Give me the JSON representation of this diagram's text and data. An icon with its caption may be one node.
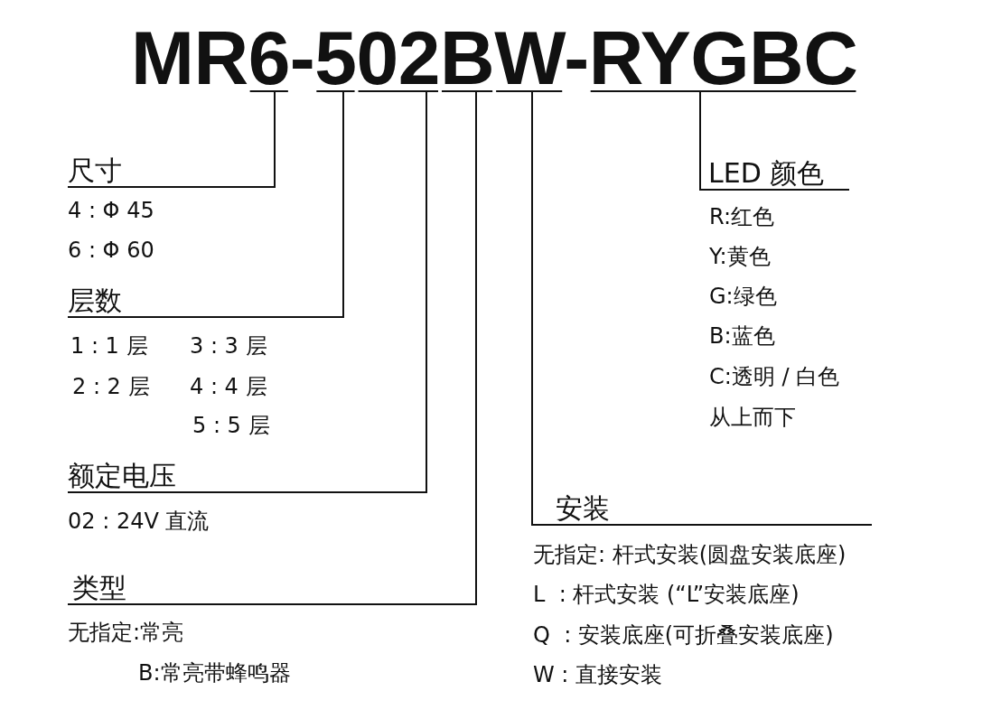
{
  "diagram": {
    "title": "MR6-502BW-RYGBC",
    "nodes": [
      {
        "text": [
          "尺寸",
          "4 : Φ 45",
          "6 : Φ 60"
        ]
      },
      {
        "text": [
          "层数",
          "1 : 1 层",
          "3 : 3 层",
          "2 : 2 层",
          "4 : 4 层",
          "5 : 5 层"
        ]
      },
      {
        "text": [
          "额定电压",
          "02 : 24V 直流"
        ]
      },
      {
        "text": [
          "类型",
          "无指定:常亮",
          "B:常亮带蜂鸣器"
        ]
      },
      {
        "text": [
          "安装",
          "无指定: 杆式安装(圆盘安装底座)",
          "L  : 杆式安装 (“L”安装底座)",
          "Q  : 安装底座(可折叠安装底座)",
          "W : 直接安装"
        ]
      },
      {
        "text": [
          "LED 颜色",
          "R:红色",
          "Y:黄色",
          "G:绿色",
          "B:蓝色",
          "C:透明 / 白色",
          "从上而下"
        ]
      }
    ],
    "edges": [
      {
        "from": 0,
        "to": null,
        "arrow": "none"
      },
      {
        "from": 1,
        "to": null,
        "arrow": "none"
      },
      {
        "from": 2,
        "to": null,
        "arrow": "none"
      },
      {
        "from": 3,
        "to": null,
        "arrow": "none"
      },
      {
        "from": 4,
        "to": null,
        "arrow": "none"
      },
      {
        "from": 5,
        "to": null,
        "arrow": "none"
      }
    ]
  }
}
